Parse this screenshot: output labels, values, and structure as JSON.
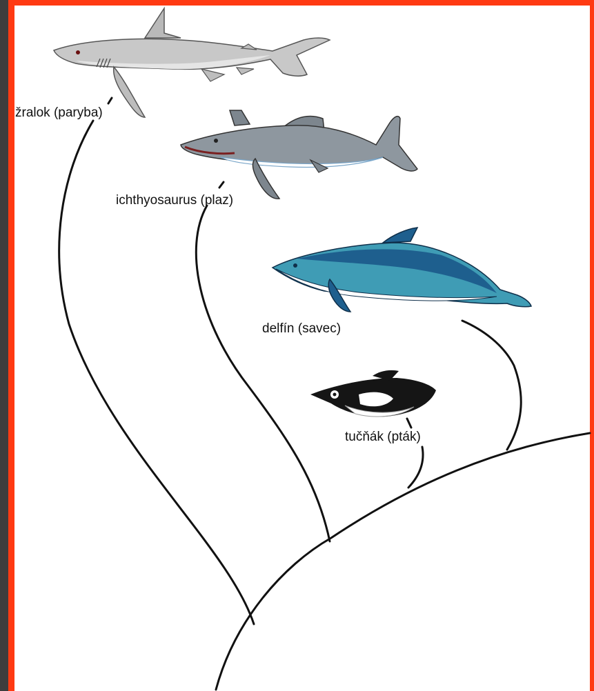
{
  "labels": {
    "shark": "žralok (paryba)",
    "ichthyosaurus": "ichthyosaurus (plaz)",
    "dolphin": "delfín (savec)",
    "penguin": "tučňák (pták)"
  },
  "colors": {
    "frame": "#ff3a12",
    "outer_background": "#3d3d3d",
    "background": "#ffffff",
    "branch": "#111111",
    "shark_body": "#c8c8c8",
    "ichthyosaurus_body": "#8e979f",
    "dolphin_body": "#3f9cb5",
    "dolphin_dark": "#1e5f8e",
    "penguin_black": "#151515"
  },
  "icons": [
    "shark-icon",
    "ichthyosaurus-icon",
    "dolphin-icon",
    "penguin-icon"
  ]
}
